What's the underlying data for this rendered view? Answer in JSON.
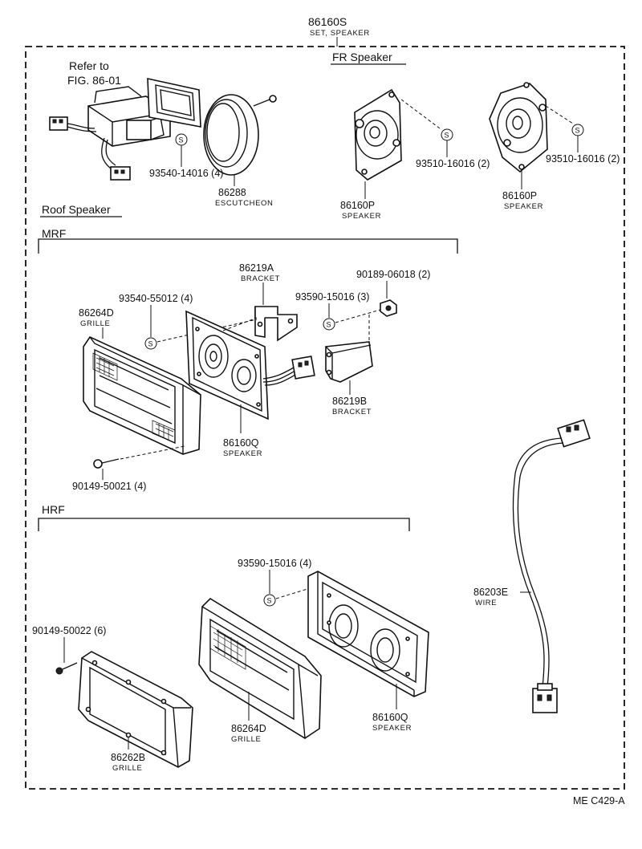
{
  "set": {
    "part_no": "86160S",
    "name": "SET, SPEAKER"
  },
  "reference": {
    "line1": "Refer to",
    "line2": "FIG. 86-01"
  },
  "sections": {
    "fr": "FR  Speaker",
    "roof": "Roof Speaker",
    "mrf": "MRF",
    "hrf": "HRF"
  },
  "screw_symbol": "S",
  "labels": [
    {
      "id": "screw-93540-14016",
      "part_no": "93540-14016 (4)"
    },
    {
      "id": "escutcheon-86288",
      "part_no": "86288",
      "name": "ESCUTCHEON"
    },
    {
      "id": "fr-screw-left",
      "part_no": "93510-16016 (2)"
    },
    {
      "id": "fr-screw-right",
      "part_no": "93510-16016 (2)"
    },
    {
      "id": "fr-speaker-left",
      "part_no": "86160P",
      "name": "SPEAKER"
    },
    {
      "id": "fr-speaker-right",
      "part_no": "86160P",
      "name": "SPEAKER"
    },
    {
      "id": "bracket-86219a",
      "part_no": "86219A",
      "name": "BRACKET"
    },
    {
      "id": "nut-90189-06018",
      "part_no": "90189-06018 (2)"
    },
    {
      "id": "screw-93540-55012",
      "part_no": "93540-55012 (4)"
    },
    {
      "id": "screw-93590-15016-3",
      "part_no": "93590-15016 (3)"
    },
    {
      "id": "grille-86264d-mrf",
      "part_no": "86264D",
      "name": "GRILLE"
    },
    {
      "id": "bracket-86219b",
      "part_no": "86219B",
      "name": "BRACKET"
    },
    {
      "id": "speaker-86160q-mrf",
      "part_no": "86160Q",
      "name": "SPEAKER"
    },
    {
      "id": "screw-90149-50021",
      "part_no": "90149-50021 (4)"
    },
    {
      "id": "screw-93590-15016-4",
      "part_no": "93590-15016 (4)"
    },
    {
      "id": "wire-86203e",
      "part_no": "86203E",
      "name": "WIRE"
    },
    {
      "id": "screw-90149-50022",
      "part_no": "90149-50022 (6)"
    },
    {
      "id": "speaker-86160q-hrf",
      "part_no": "86160Q",
      "name": "SPEAKER"
    },
    {
      "id": "grille-86264d-hrf",
      "part_no": "86264D",
      "name": "GRILLE"
    },
    {
      "id": "grille-86262b",
      "part_no": "86262B",
      "name": "GRILLE"
    }
  ],
  "footer_code": "ME  C429-A"
}
